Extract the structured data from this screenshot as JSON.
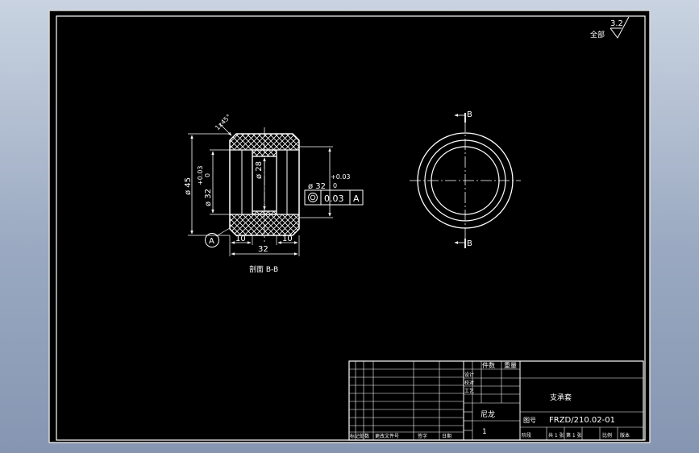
{
  "surface_finish": {
    "label": "全部",
    "value": "3.2"
  },
  "section_view": {
    "dim_outer_diameter": "ø 45",
    "dim_tolerance_upper": "+0.03",
    "dim_tolerance_lower": "0",
    "dim_inner_diameter": "ø 32",
    "dim_bore": "ø 28",
    "dim_chamfer": "1x45°",
    "dim_width_left": "10",
    "dim_width_right": "10",
    "dim_total_length": "32",
    "datum_label": "A",
    "callout_diameter": "ø 32",
    "callout_tol_upper": "+0.03",
    "callout_tol_lower": "0",
    "geometric_tolerance": {
      "value": "0.03",
      "datum": "A"
    },
    "caption": "剖面 B-B"
  },
  "end_view": {
    "section_label_top": "B",
    "section_label_bottom": "B"
  },
  "title_block": {
    "part_name": "支承套",
    "drawing_no_label": "图号",
    "drawing_no": "FRZD/210.02-01",
    "material_label": "尼龙",
    "quantity": "1",
    "header_count": "件数",
    "header_weight": "重量",
    "row_design": "设计",
    "row_check": "校对",
    "row_process": "工艺",
    "footer_mark": "标记",
    "footer_qty": "处数",
    "footer_doc": "更改文件号",
    "footer_sign": "签字",
    "footer_date": "日期",
    "footer_stage": "阶段",
    "footer_sheet_total": "共 1 张",
    "footer_sheet_no": "第 1 张",
    "footer_scale": "比例",
    "footer_version": "版本"
  }
}
